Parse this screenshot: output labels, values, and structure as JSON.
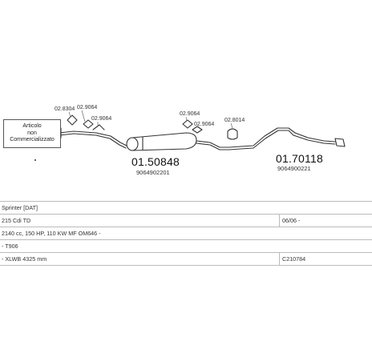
{
  "note": {
    "line1": "Articolo",
    "line2": "non",
    "line3": "Commercializzato"
  },
  "part_labels": {
    "p1": "02.8304",
    "p2": "02.9064",
    "p3": "02.9064",
    "p4": "02.9064",
    "p5": "02.9064",
    "p6": "02.8014"
  },
  "muffler_1": {
    "code": "01.50848",
    "oem": "9064902201"
  },
  "muffler_2": {
    "code": "01.70118",
    "oem": "9064900221"
  },
  "table": {
    "rows": [
      {
        "left": "Sprinter  [DAT]",
        "right": ""
      },
      {
        "left": "215 Cdi  TD",
        "right": "06/06 -"
      },
      {
        "left": "2140 cc, 150 HP, 110 KW  MF  OM646 -",
        "right": ""
      },
      {
        "left": "- T906",
        "right": ""
      },
      {
        "left": "- XLWB 4325 mm",
        "right": "C210784"
      }
    ]
  }
}
